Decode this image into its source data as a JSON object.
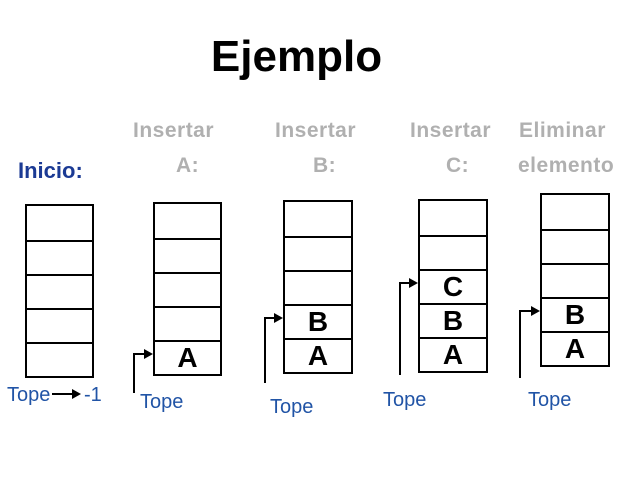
{
  "title": "Ejemplo",
  "headers": {
    "inicio": "Inicio:",
    "columns": [
      {
        "line1": "Insertar",
        "line2": "A:"
      },
      {
        "line1": "Insertar",
        "line2": "B:"
      },
      {
        "line1": "Insertar",
        "line2": "C:"
      },
      {
        "line1": "Eliminar",
        "line2": "elemento"
      }
    ]
  },
  "stacks": [
    {
      "name": "inicio",
      "cells": [
        "",
        "",
        "",
        "",
        ""
      ],
      "tope_label": "Tope",
      "tope_value": "-1",
      "pointer_row": null
    },
    {
      "name": "insertar-a",
      "cells": [
        "",
        "",
        "",
        "",
        "A"
      ],
      "tope_label": "Tope",
      "tope_value": null,
      "pointer_row": 4
    },
    {
      "name": "insertar-b",
      "cells": [
        "",
        "",
        "",
        "B",
        "A"
      ],
      "tope_label": "Tope",
      "tope_value": null,
      "pointer_row": 3
    },
    {
      "name": "insertar-c",
      "cells": [
        "",
        "",
        "C",
        "B",
        "A"
      ],
      "tope_label": "Tope",
      "tope_value": null,
      "pointer_row": 2
    },
    {
      "name": "eliminar",
      "cells": [
        "",
        "",
        "",
        "B",
        "A"
      ],
      "tope_label": "Tope",
      "tope_value": null,
      "pointer_row": 3
    }
  ],
  "colors": {
    "title_text": "#000000",
    "header_gray": "#b0b0b0",
    "inicio_blue": "#1b3a94",
    "tope_blue": "#2154a6",
    "line_black": "#000000"
  }
}
